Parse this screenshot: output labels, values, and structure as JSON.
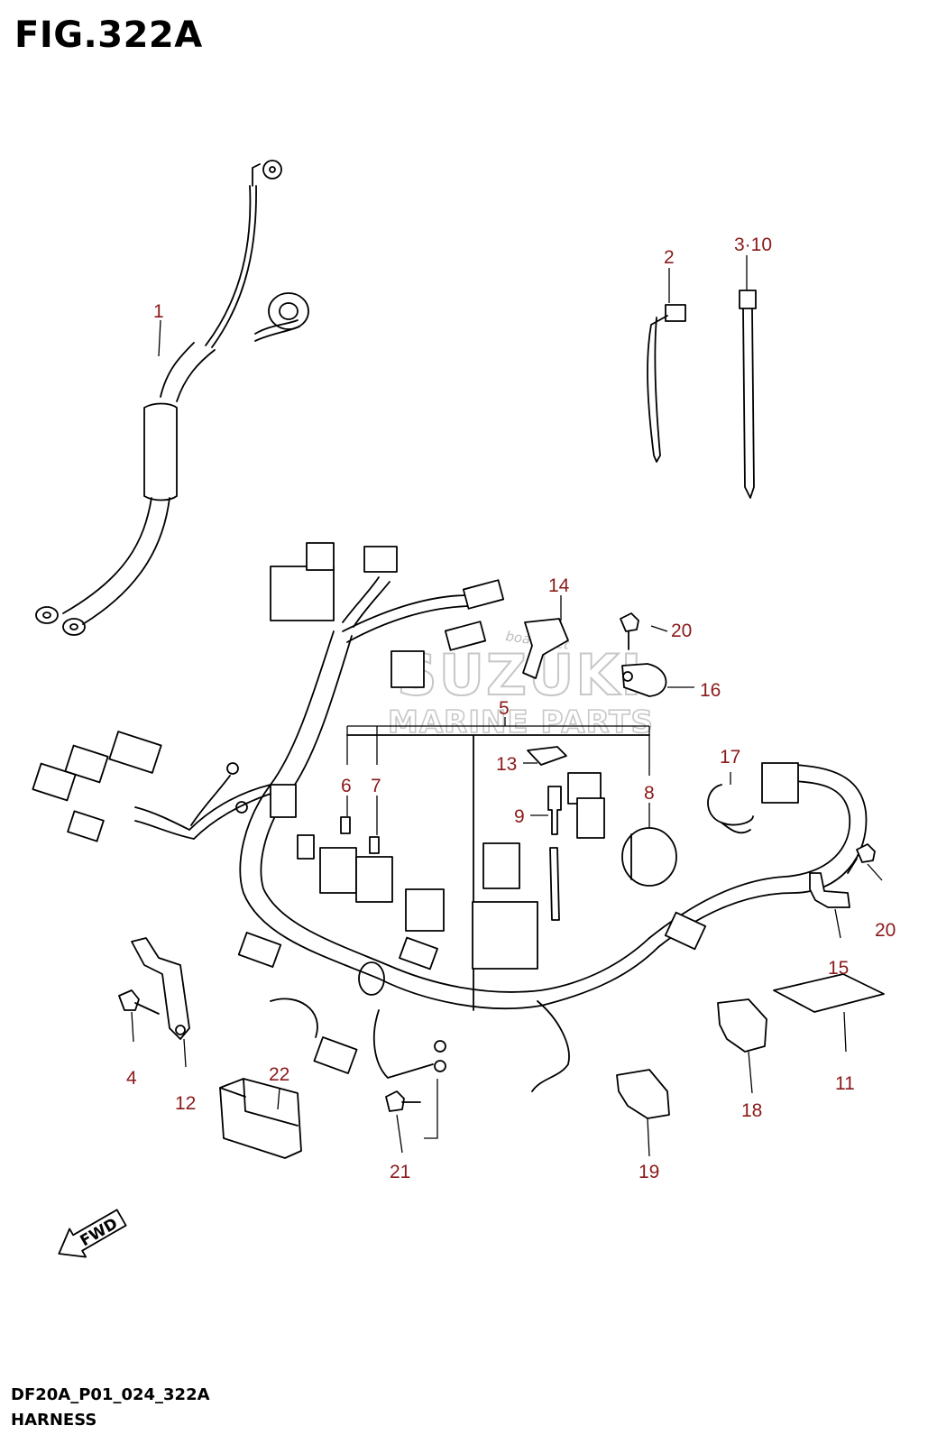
{
  "figure": {
    "title": "FIG.322A",
    "code": "DF20A_P01_024_322A",
    "name": "HARNESS"
  },
  "watermark": {
    "brand": "SUZUKI",
    "subtitle": "MARINE PARTS",
    "tagline": "boats.net"
  },
  "direction_marker": {
    "label": "FWD"
  },
  "callouts": [
    {
      "id": "c1",
      "label": "1"
    },
    {
      "id": "c2",
      "label": "2"
    },
    {
      "id": "c3",
      "label": "3·10"
    },
    {
      "id": "c4",
      "label": "4"
    },
    {
      "id": "c5",
      "label": "5"
    },
    {
      "id": "c6",
      "label": "6"
    },
    {
      "id": "c7",
      "label": "7"
    },
    {
      "id": "c8",
      "label": "8"
    },
    {
      "id": "c9",
      "label": "9"
    },
    {
      "id": "c11",
      "label": "11"
    },
    {
      "id": "c12",
      "label": "12"
    },
    {
      "id": "c13",
      "label": "13"
    },
    {
      "id": "c14",
      "label": "14"
    },
    {
      "id": "c15",
      "label": "15"
    },
    {
      "id": "c16",
      "label": "16"
    },
    {
      "id": "c17",
      "label": "17"
    },
    {
      "id": "c18",
      "label": "18"
    },
    {
      "id": "c19",
      "label": "19"
    },
    {
      "id": "c20a",
      "label": "20"
    },
    {
      "id": "c20b",
      "label": "20"
    },
    {
      "id": "c21",
      "label": "21"
    },
    {
      "id": "c22",
      "label": "22"
    }
  ],
  "colors": {
    "callout": "#8b1a1a",
    "linework": "#000000",
    "watermark": "#c7c7c7"
  }
}
